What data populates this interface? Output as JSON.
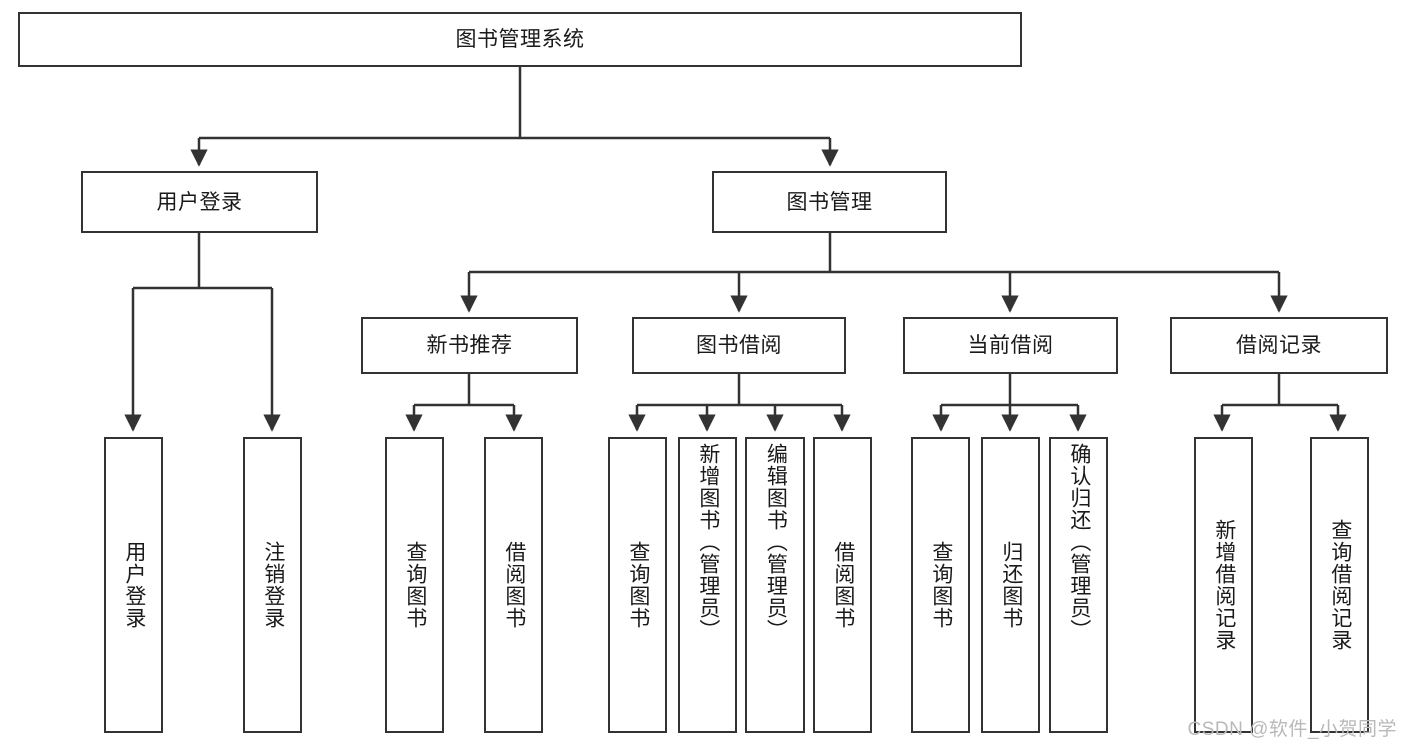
{
  "diagram": {
    "title": "图书管理系统",
    "type": "hierarchy-tree",
    "edge_color": "#333333",
    "node_border_color": "#333333",
    "node_fill_color": "#ffffff",
    "text_color": "#1a1a1a"
  },
  "nodes": {
    "root": {
      "label": "图书管理系统",
      "level": 0
    },
    "l1": [
      {
        "label": "用户登录",
        "level": 1
      },
      {
        "label": "图书管理",
        "level": 1
      }
    ],
    "l2": [
      {
        "label": "新书推荐",
        "level": 2
      },
      {
        "label": "图书借阅",
        "level": 2
      },
      {
        "label": "当前借阅",
        "level": 2
      },
      {
        "label": "借阅记录",
        "level": 2
      }
    ],
    "l3": [
      {
        "label": "用户登录",
        "parent": "用户登录",
        "level": 3
      },
      {
        "label": "注销登录",
        "parent": "用户登录",
        "level": 3
      },
      {
        "label": "查询图书",
        "parent": "新书推荐",
        "level": 3
      },
      {
        "label": "借阅图书",
        "parent": "新书推荐",
        "level": 3
      },
      {
        "label": "查询图书",
        "parent": "图书借阅",
        "level": 3
      },
      {
        "label": "新增图书（管理员）",
        "parent": "图书借阅",
        "level": 3
      },
      {
        "label": "编辑图书（管理员）",
        "parent": "图书借阅",
        "level": 3
      },
      {
        "label": "借阅图书",
        "parent": "图书借阅",
        "level": 3
      },
      {
        "label": "查询图书",
        "parent": "当前借阅",
        "level": 3
      },
      {
        "label": "归还图书",
        "parent": "当前借阅",
        "level": 3
      },
      {
        "label": "确认归还（管理员）",
        "parent": "当前借阅",
        "level": 3
      },
      {
        "label": "新增借阅记录",
        "parent": "借阅记录",
        "level": 3
      },
      {
        "label": "查询借阅记录",
        "parent": "借阅记录",
        "level": 3
      }
    ]
  },
  "watermark": {
    "text": "CSDN @软件_小贺同学"
  }
}
